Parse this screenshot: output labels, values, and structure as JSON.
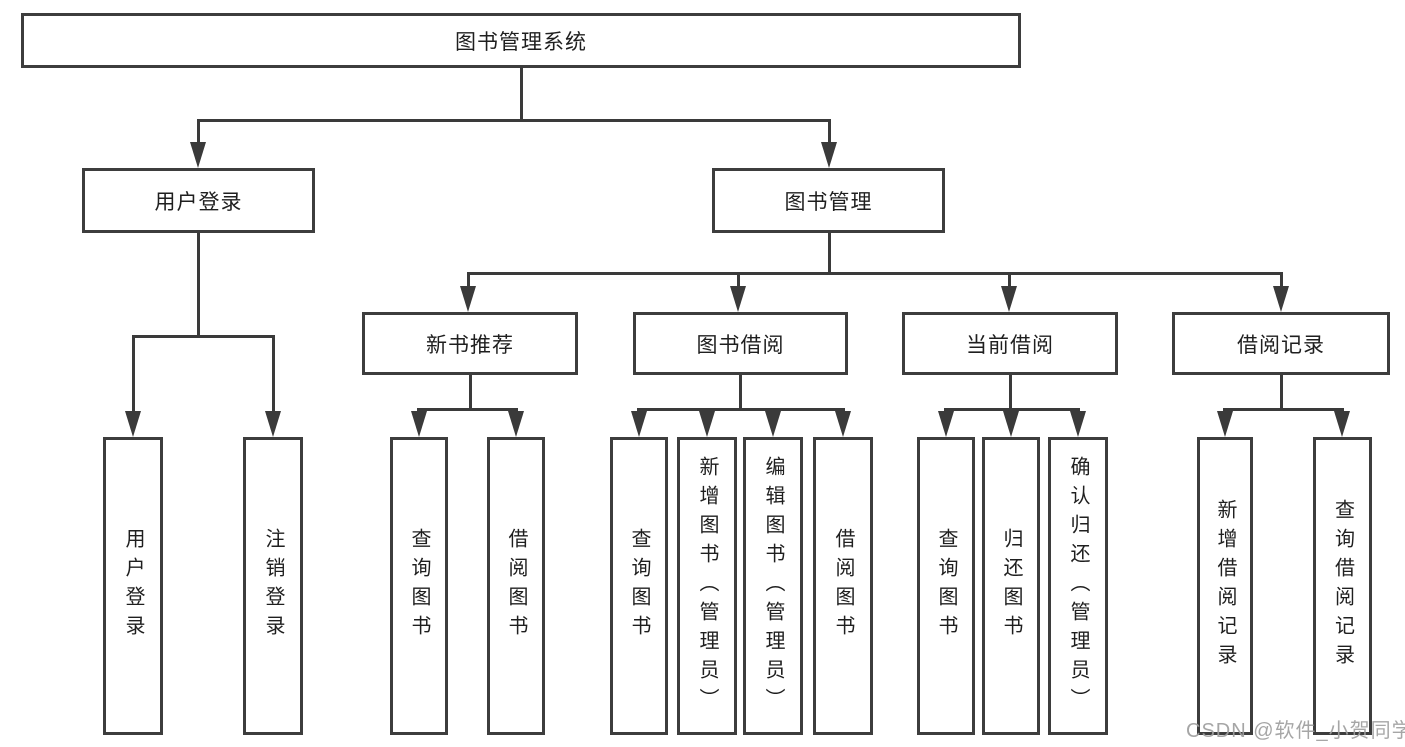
{
  "colors": {
    "line": "#3a3a3a",
    "box_border": "#3d3d3d",
    "box_fill": "#ffffff",
    "text": "#1f1f1f",
    "watermark_text": "#9e9e9e"
  },
  "tree": {
    "root": {
      "label": "图书管理系统"
    },
    "branches": [
      {
        "label": "用户登录",
        "children": [
          {
            "label": "用户登录"
          },
          {
            "label": "注销登录"
          }
        ]
      },
      {
        "label": "图书管理",
        "children": [
          {
            "label": "新书推荐",
            "children": [
              {
                "label": "查询图书"
              },
              {
                "label": "借阅图书"
              }
            ]
          },
          {
            "label": "图书借阅",
            "children": [
              {
                "label": "查询图书"
              },
              {
                "label": "新增图书（管理员）"
              },
              {
                "label": "编辑图书（管理员）"
              },
              {
                "label": "借阅图书"
              }
            ]
          },
          {
            "label": "当前借阅",
            "children": [
              {
                "label": "查询图书"
              },
              {
                "label": "归还图书"
              },
              {
                "label": "确认归还（管理员）"
              }
            ]
          },
          {
            "label": "借阅记录",
            "children": [
              {
                "label": "新增借阅记录"
              },
              {
                "label": "查询借阅记录"
              }
            ]
          }
        ]
      }
    ]
  },
  "watermark": {
    "text": "CSDN @软件_小贺同学"
  }
}
